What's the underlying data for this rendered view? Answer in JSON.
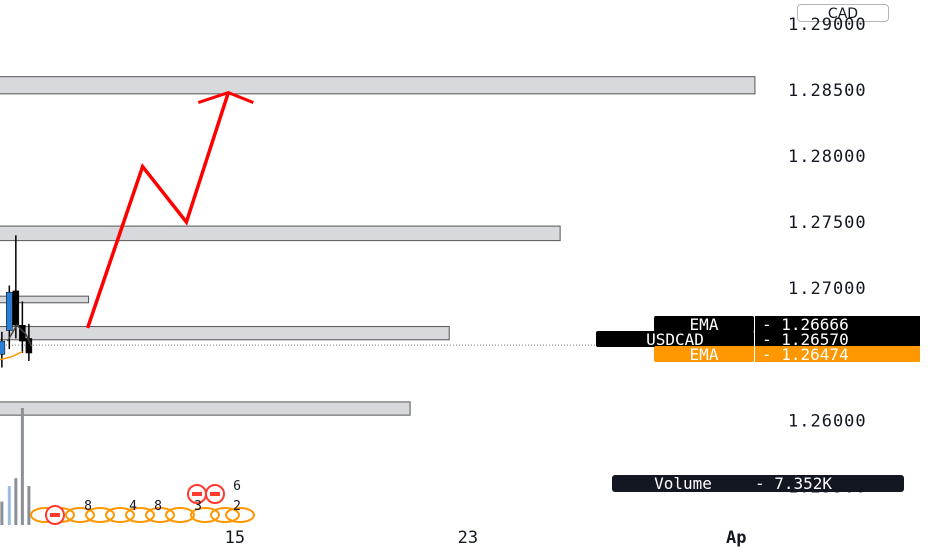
{
  "header": {
    "currency": "CAD"
  },
  "colors": {
    "bullish": "#2a7fd4",
    "bearish": "#000000",
    "arrow": "#ff0000",
    "zone_fill": "#d8d9dd",
    "zone_border": "#555555",
    "ema_fast_bg": "#000000",
    "ema_slow_bg": "#ff9800",
    "price_bg": "#000000",
    "volume": "#8a8f98"
  },
  "chart_data": {
    "type": "candlestick",
    "ylim": [
      1.2502,
      1.2918
    ],
    "price_axis_ticks": [
      "1.29000",
      "1.28500",
      "1.28000",
      "1.27500",
      "1.27000",
      "1.26000",
      "1.25500"
    ],
    "price_axis_values": [
      1.29,
      1.285,
      1.28,
      1.275,
      1.27,
      1.26,
      1.255
    ],
    "time_axis": {
      "labels": [
        "15",
        "23",
        "Ap"
      ],
      "positions": [
        0.252,
        0.502,
        0.79
      ]
    },
    "zones": [
      {
        "top": 1.286,
        "bottom": 1.2847,
        "end": 0.81
      },
      {
        "top": 1.2747,
        "bottom": 1.2736,
        "end": 0.601
      },
      {
        "top": 1.2694,
        "bottom": 1.2689,
        "end": 0.095
      },
      {
        "top": 1.2671,
        "bottom": 1.2661,
        "end": 0.482
      },
      {
        "top": 1.2614,
        "bottom": 1.2604,
        "end": 0.44
      }
    ],
    "projection_arrow": [
      [
        0.094,
        1.267
      ],
      [
        0.153,
        1.2792
      ],
      [
        0.2,
        1.275
      ],
      [
        0.245,
        1.2848
      ]
    ],
    "candles": [
      {
        "t": 0.002,
        "open": 1.265,
        "high": 1.2667,
        "low": 1.264,
        "close": 1.266
      },
      {
        "t": 0.01,
        "open": 1.2668,
        "high": 1.2702,
        "low": 1.2654,
        "close": 1.2697
      },
      {
        "t": 0.017,
        "open": 1.2698,
        "high": 1.274,
        "low": 1.2662,
        "close": 1.2672
      },
      {
        "t": 0.024,
        "open": 1.2672,
        "high": 1.269,
        "low": 1.2651,
        "close": 1.266
      },
      {
        "t": 0.031,
        "open": 1.2662,
        "high": 1.2673,
        "low": 1.2645,
        "close": 1.2651
      }
    ],
    "volume_bars": [
      0.18,
      0.3,
      0.36,
      0.9,
      0.3
    ],
    "ema_curve": [
      [
        0.008,
        1.266
      ],
      [
        0.018,
        1.2672
      ],
      [
        0.028,
        1.2665
      ],
      [
        0.034,
        1.2656
      ]
    ],
    "ema_slow_curve": [
      [
        0.0,
        1.2646
      ],
      [
        0.012,
        1.2648
      ],
      [
        0.024,
        1.2652
      ]
    ],
    "price_line": 1.2657,
    "ema_fast": {
      "label": "EMA",
      "value": "1.26666"
    },
    "instrument": {
      "label": "USDCAD",
      "value": "1.26570"
    },
    "ema_slow": {
      "label": "EMA",
      "value": "1.26474"
    },
    "volume": {
      "label": "Volume",
      "value": "7.352K"
    },
    "event_counts": [
      "6",
      "8",
      "4",
      "8",
      "3",
      "2"
    ]
  }
}
